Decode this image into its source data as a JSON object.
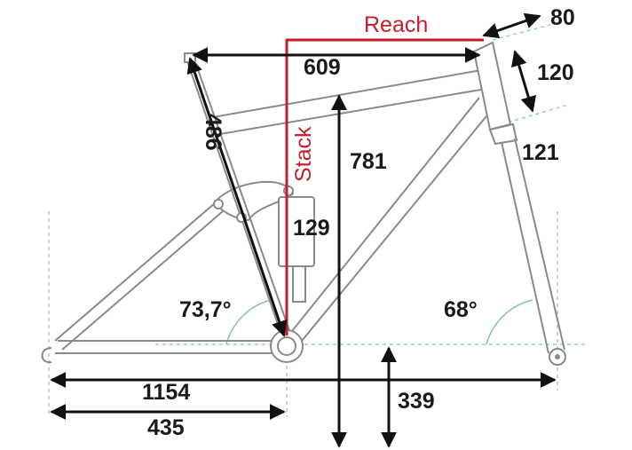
{
  "labels": {
    "reach": "Reach",
    "stack": "Stack",
    "fork_offset": "80",
    "fork_travel": "120",
    "head_tube": "121",
    "top_tube": "609",
    "seat_tube": "486",
    "stack_value": "781",
    "shock": "129",
    "seat_angle": "73,7°",
    "head_angle": "68°",
    "wheelbase": "1154",
    "bb_height": "339",
    "chainstay": "435"
  },
  "colors": {
    "frame": "#8a8a8a",
    "dimension": "#111111",
    "accent": "#c41e2a",
    "guides": "#8fb9cf"
  }
}
